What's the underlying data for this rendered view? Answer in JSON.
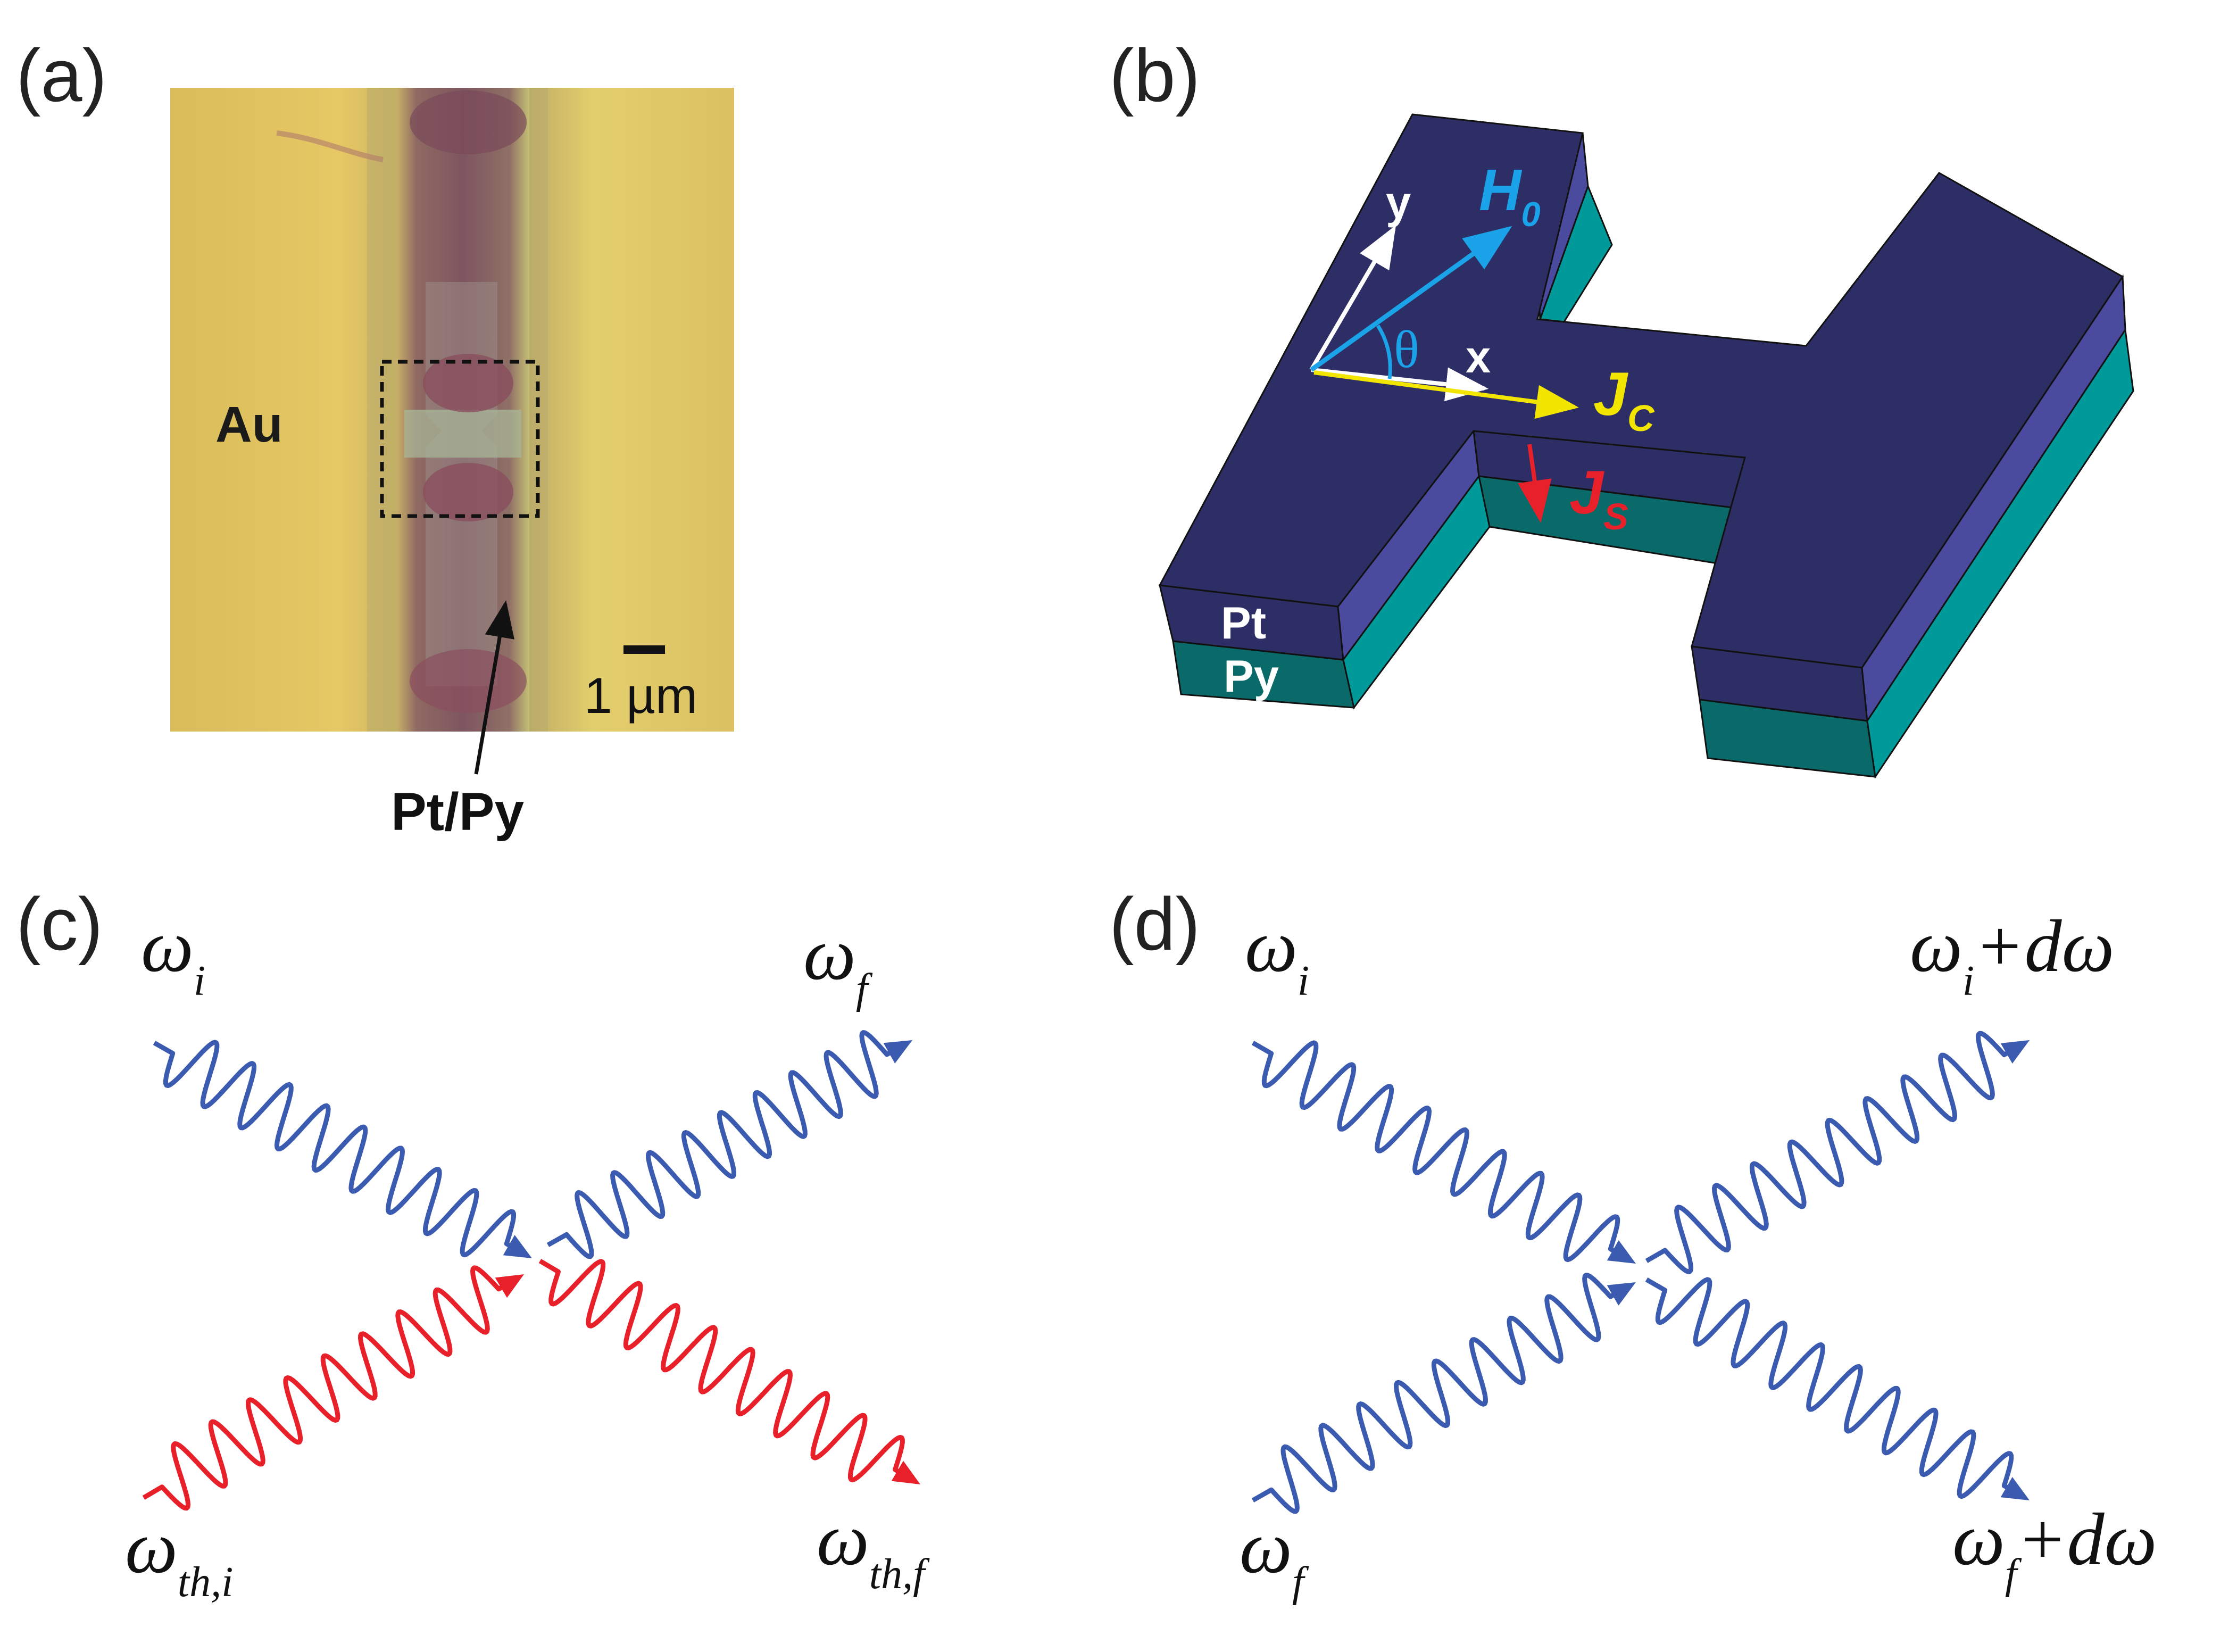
{
  "panels": {
    "a": {
      "label": "(a)",
      "au_label": "Au",
      "scale_label": "1 µm",
      "ptpy_label": "Pt/Py"
    },
    "b": {
      "label": "(b)",
      "axis_y": "y",
      "axis_x": "x",
      "h0_main": "H",
      "h0_sub": "0",
      "theta": "θ",
      "jc_main": "J",
      "jc_sub": "C",
      "js_main": "J",
      "js_sub": "S",
      "pt_label": "Pt",
      "py_label": "Py"
    },
    "c": {
      "label": "(c)",
      "wi_main": "ω",
      "wi_sub": "i",
      "wf_main": "ω",
      "wf_sub": "f",
      "wthi_main": "ω",
      "wthi_sub": "th,i",
      "wthf_main": "ω",
      "wthf_sub": "th,f"
    },
    "d": {
      "label": "(d)",
      "wi_main": "ω",
      "wi_sub": "i",
      "wf_main": "ω",
      "wf_sub": "f",
      "wi_out_main": "ω",
      "wi_out_sub": "i",
      "wi_out_suffix": "+dω",
      "wf_out_main": "ω",
      "wf_out_sub": "f",
      "wf_out_suffix": "+dω"
    }
  },
  "colors": {
    "magnon_blue": "#3B5BB0",
    "thermal_red": "#E8202A",
    "pt_top": "#2E2E66",
    "pt_side_light": "#4A4A9E",
    "py_front": "#0A6A6A",
    "py_side": "#009A9A",
    "gold": "#E4C25E",
    "h0_cyan": "#1AA3E8",
    "jc_yellow": "#F2E600",
    "js_red": "#E8202A"
  }
}
